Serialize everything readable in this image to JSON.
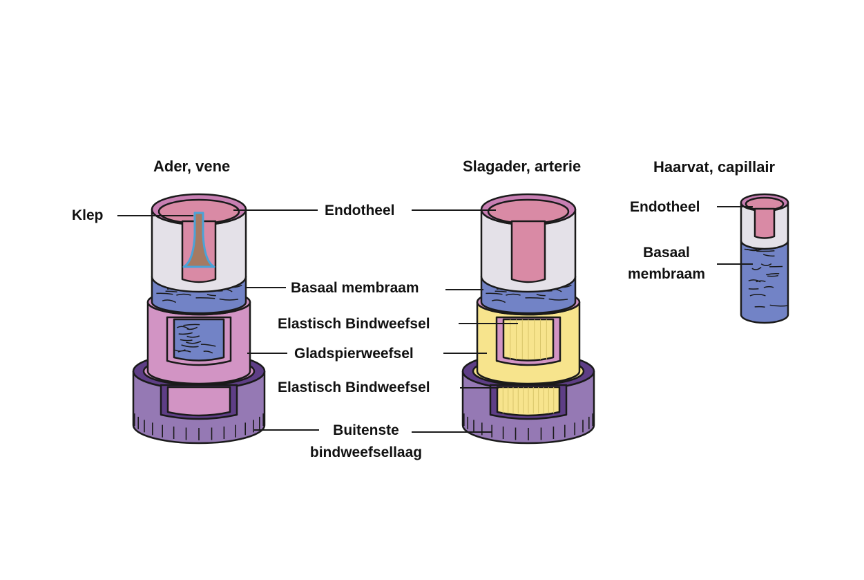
{
  "titles": {
    "vein": "Ader, vene",
    "artery": "Slagader, arterie",
    "capillary": "Haarvat, capillair"
  },
  "labels": {
    "valve": "Klep",
    "endothelium": "Endotheel",
    "basement_membrane": "Basaal membraam",
    "elastic_tissue_inner": "Elastisch Bindweefsel",
    "smooth_muscle": "Gladspierweefsel",
    "elastic_tissue_outer": "Elastisch Bindweefsel",
    "outer_layer_line1": "Buitenste",
    "outer_layer_line2": "bindweefsellaag",
    "cap_endothelium": "Endotheel",
    "cap_basement_line1": "Basaal",
    "cap_basement_line2": "membraam"
  },
  "colors": {
    "endothelium": "#d98aa5",
    "endothelium_rim": "#c87fb3",
    "membrane": "#7283c6",
    "membrane_wall": "#e4e1e8",
    "muscle": "#d294c4",
    "elastic": "#f7e48d",
    "outer": "#9579b4",
    "outer_dark": "#5e3e86",
    "valve": "#a57a63",
    "valve_edge": "#4aa3d8",
    "outline": "#1a1a1a"
  }
}
